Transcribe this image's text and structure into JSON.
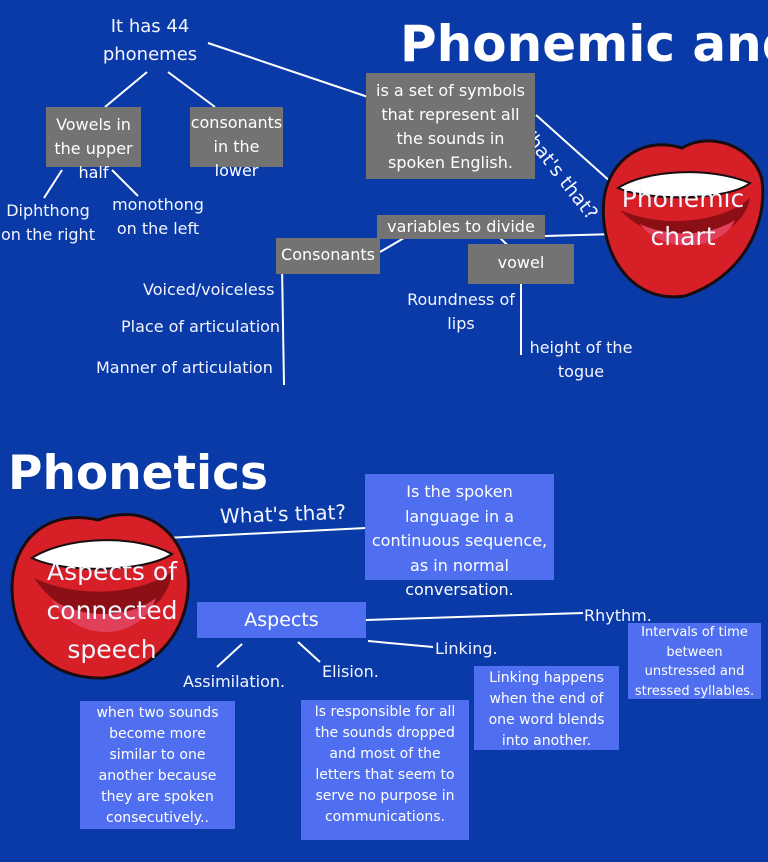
{
  "phonemic": {
    "title": "Phonemic and",
    "chart_label": "Phonemic\nchart",
    "whats_that": "What's that?",
    "definition": "is a set of symbols that represent all the sounds in spoken English.",
    "phonemes": "It has 44 phonemes",
    "vowels": "Vowels in the upper half",
    "consonants_lower": "consonants in the lower",
    "diphthong": "Diphthong on the right",
    "monothong": "monothong on the left",
    "variables": "variables to divide",
    "consonants": "Consonants",
    "vowel": "vowel",
    "voiced": "Voiced/voiceless",
    "place": "Place of articulation",
    "manner": "Manner of articulation",
    "roundness": "Roundness of lips",
    "height": "height of the togue"
  },
  "phonetics": {
    "title": "Phonetics",
    "whats_that": "What's that?",
    "definition": "Is the spoken language in a continuous sequence, as in normal conversation.",
    "mouth_label": "Aspects of connected speech",
    "aspects": "Aspects",
    "assimilation": "Assimilation.",
    "elision": "Elision.",
    "linking": "Linking.",
    "rhythm": "Rhythm.",
    "assimilation_def": "when two sounds become more similar to one another because they are spoken consecutively..",
    "elision_def": "Is responsible for all the sounds dropped and most of the letters that seem to serve no purpose in communications.",
    "linking_def": "Linking happens when the end of one word blends into another.",
    "rhythm_def": "Intervals of time between unstressed and stressed syllables."
  },
  "colors": {
    "background": "#0a3aa8",
    "grey_box": "#737373",
    "blue_box": "#4f6ff0",
    "lips": "#d61f26"
  }
}
